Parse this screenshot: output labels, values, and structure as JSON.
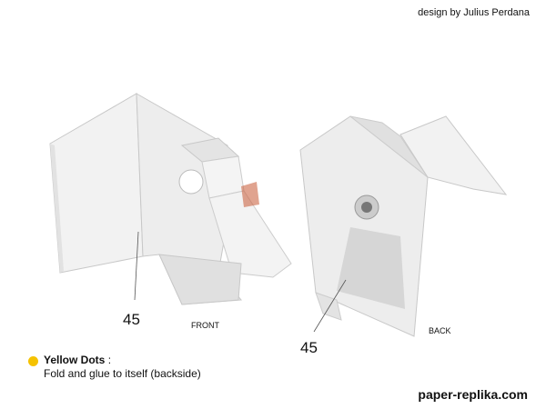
{
  "credit": "design by Julius Perdana",
  "models": {
    "front": {
      "label": "FRONT",
      "part_number": "45"
    },
    "back": {
      "label": "BACK",
      "part_number": "45"
    }
  },
  "legend": {
    "dot_color": "#f5c200",
    "title": "Yellow Dots",
    "separator": ":",
    "description": "Fold and glue to itself (backside)"
  },
  "website": "paper-replika.com"
}
